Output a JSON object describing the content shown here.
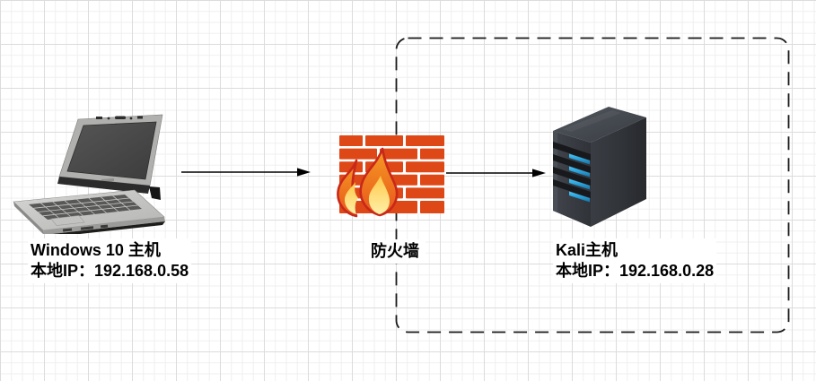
{
  "nodes": {
    "windows": {
      "title": "Windows 10 主机",
      "ip_label": "本地IP：192.168.0.58",
      "icon": "laptop-icon"
    },
    "firewall": {
      "title": "防火墙",
      "icon": "firewall-brick-flame-icon"
    },
    "kali": {
      "title": "Kali主机",
      "ip_label": "本地IP：192.168.0.28",
      "icon": "server-tower-icon"
    }
  },
  "connections": [
    {
      "from": "windows",
      "to": "firewall",
      "type": "solid-arrow"
    },
    {
      "from": "firewall",
      "to": "kali",
      "type": "solid-arrow"
    }
  ],
  "boundary": {
    "shape": "rounded-rectangle",
    "stroke_style": "dashed",
    "color": "#1a1a1a"
  },
  "colors": {
    "brick": "#de4716",
    "mortar": "#ffffff",
    "flame_rim": "#c8281a",
    "flame_body": "#f08019",
    "flame_inner": "#ffd257",
    "server_body": "#34373c",
    "server_bay_stripe": "#2ba9e2",
    "laptop_gray": "#c9c9c7",
    "arrow": "#000000",
    "text": "#000000"
  }
}
